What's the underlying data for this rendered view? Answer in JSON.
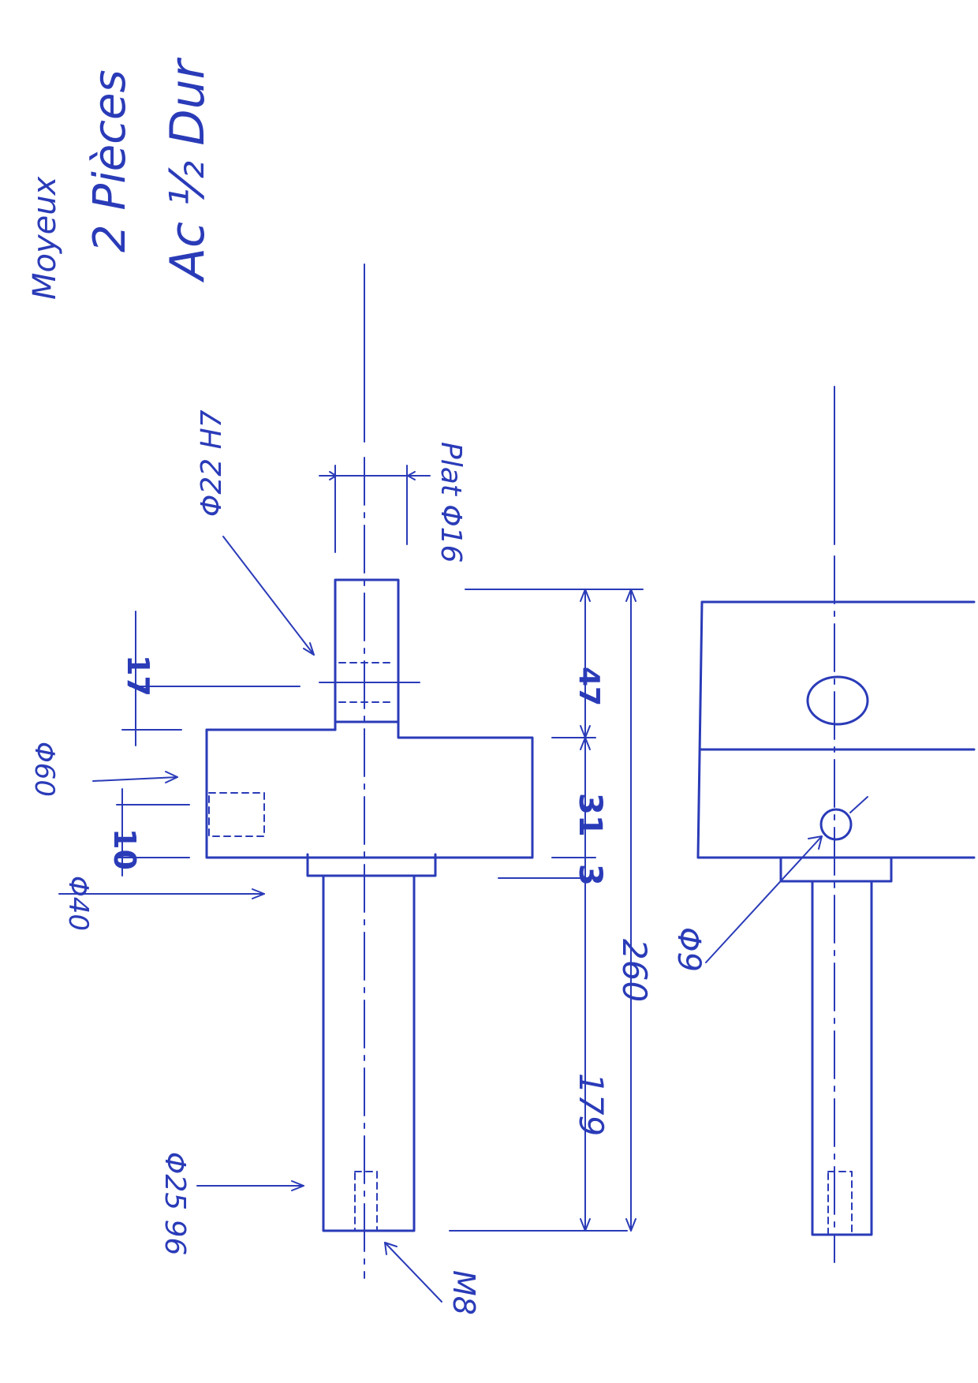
{
  "title": {
    "line1": "Moyeux",
    "line2": "2 Pièces",
    "line3": "Ac ½ Dur"
  },
  "labels": {
    "bore_diameter": "Φ22 H7",
    "flat": "Plat Φ16",
    "diam_60": "Φ60",
    "diam_40": "Φ40",
    "diam_25": "Φ25 96",
    "thread": "M8",
    "diam_9": "Φ9"
  },
  "dimensions": {
    "d17": "17",
    "d10": "10",
    "d47": "47",
    "d31": "31",
    "d3": "3",
    "d260": "260",
    "d179": "179"
  },
  "colors": {
    "ink": "#2a3bb8",
    "paper": "#ffffff"
  }
}
